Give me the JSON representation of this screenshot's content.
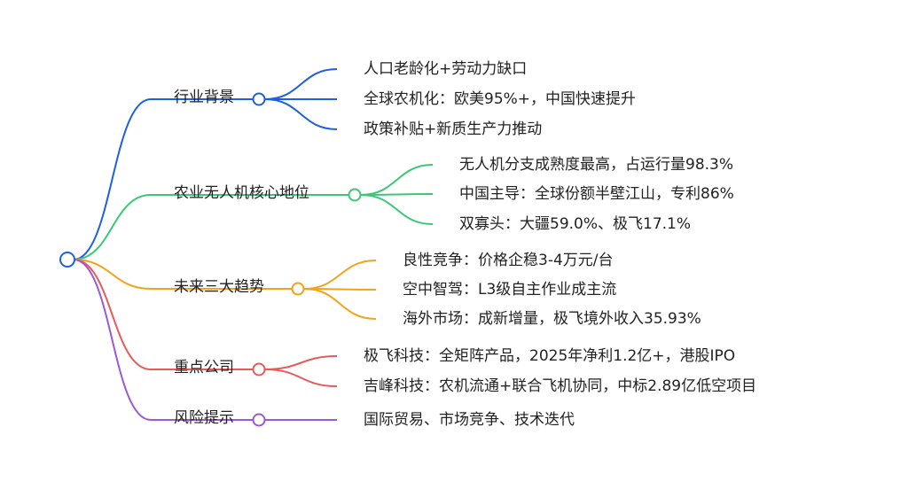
{
  "mindmap": {
    "branches": [
      {
        "label": "行业背景",
        "color": "#1f5fe0",
        "leaves": [
          "人口老龄化+劳动力缺口",
          "全球农机化：欧美95%+，中国快速提升",
          "政策补贴+新质生产力推动"
        ]
      },
      {
        "label": "农业无人机核心地位",
        "color": "#3cc777",
        "leaves": [
          "无人机分支成熟度最高，占运行量98.3%",
          "中国主导：全球份额半壁江山，专利86%",
          "双寡头：大疆59.0%、极飞17.1%"
        ]
      },
      {
        "label": "未来三大趋势",
        "color": "#f5a219",
        "leaves": [
          "良性竞争：价格企稳3-4万元/台",
          "空中智驾：L3级自主作业成主流",
          "海外市场：成新增量，极飞境外收入35.93%"
        ]
      },
      {
        "label": "重点公司",
        "color": "#e85a5a",
        "leaves": [
          "极飞科技：全矩阵产品，2025年净利1.2亿+，港股IPO",
          "吉峰科技：农机流通+联合飞机协同，中标2.89亿低空项目"
        ]
      },
      {
        "label": "风险提示",
        "color": "#9b59d6",
        "leaves": [
          "国际贸易、市场竞争、技术迭代"
        ]
      }
    ]
  }
}
